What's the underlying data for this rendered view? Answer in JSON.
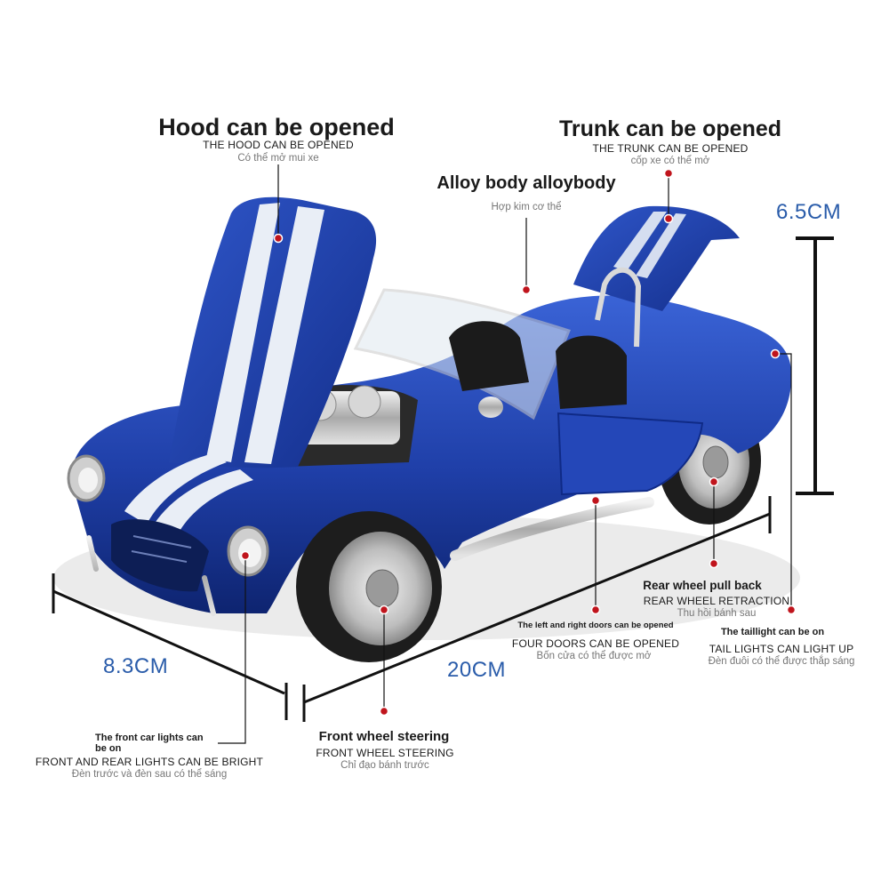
{
  "annotations": {
    "hood": {
      "title": "Hood can be opened",
      "caps": "THE HOOD CAN BE OPENED",
      "vi": "Có thể mở mui xe"
    },
    "trunk": {
      "title": "Trunk can be opened",
      "caps": "THE TRUNK CAN BE OPENED",
      "vi": "cốp xe có thể mở"
    },
    "body": {
      "title": "Alloy body alloybody",
      "vi": "Hợp kim cơ thể"
    },
    "rear_wheel": {
      "title": "Rear wheel pull back",
      "caps": "REAR WHEEL RETRACTION",
      "vi": "Thu hồi bánh sau"
    },
    "doors": {
      "title": "The left and right doors can be opened",
      "caps": "FOUR DOORS CAN BE OPENED",
      "vi": "Bốn cửa có thể được mở"
    },
    "taillight": {
      "title": "The taillight can be on",
      "caps": "TAIL LIGHTS CAN LIGHT UP",
      "vi": "Đèn đuôi có thể được thắp sáng"
    },
    "front_lights": {
      "title_line1": "The front car lights can",
      "title_line2": "be on",
      "caps": "FRONT AND REAR LIGHTS CAN BE BRIGHT",
      "vi": "Đèn trước và đèn sau có thể sáng"
    },
    "steering": {
      "title": "Front wheel steering",
      "caps": "FRONT WHEEL STEERING",
      "vi": "Chỉ đạo bánh trước"
    }
  },
  "dimensions": {
    "height": "6.5CM",
    "width": "8.3CM",
    "length": "20CM"
  },
  "colors": {
    "car_blue": "#1f3fa8",
    "stripe": "#e9eef6",
    "dim_text": "#2a5caa",
    "marker": "#c0141c"
  }
}
